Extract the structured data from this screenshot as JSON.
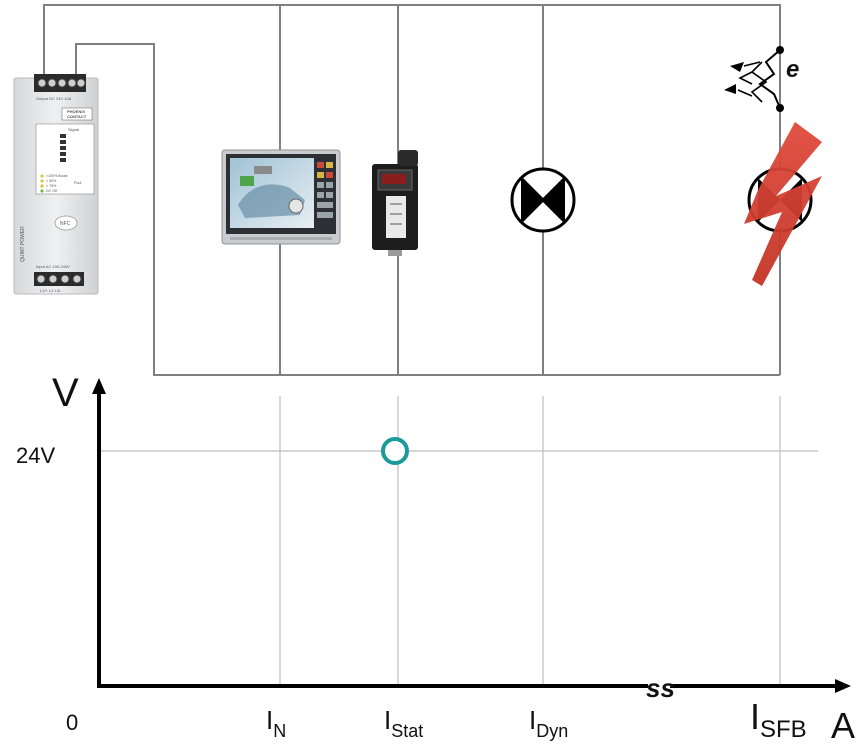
{
  "chart_data": {
    "type": "scatter",
    "y_axis_label": "V",
    "x_axis_label": "A",
    "origin_label": "0",
    "y_tick": {
      "value": 24,
      "label": "24V"
    },
    "x_ticks": [
      {
        "label": "I",
        "sub": "N"
      },
      {
        "label": "I",
        "sub": "Stat"
      },
      {
        "label": "I",
        "sub": "Dyn"
      },
      {
        "label": "I",
        "sub": "SFB"
      }
    ],
    "axis_break": "ss",
    "points": [
      {
        "x": "I_Stat",
        "y": 24,
        "color": "#1a9a9a"
      }
    ]
  },
  "circuit": {
    "psu": {
      "brand_line1": "PHOENIX",
      "brand_line2": "CONTACT",
      "series": "QUINT POWER",
      "nfc": "NFC",
      "output": "Output DC 24V 10A",
      "input": "Input AC 100-240V",
      "terminals": "L1/+ L2 L3/-",
      "leds": [
        ">100% Boost",
        "> 90%",
        "> 75%",
        "DC OK"
      ],
      "signal": "Signal",
      "pout": "Pout"
    },
    "loads": [
      "hmi-panel",
      "pressure-sensor",
      "lamp",
      "faulted-lamp"
    ],
    "symbol_letter": "e",
    "colors": {
      "wire": "#808080",
      "lightning": "#d9382b",
      "marker": "#1a9a9a"
    }
  }
}
